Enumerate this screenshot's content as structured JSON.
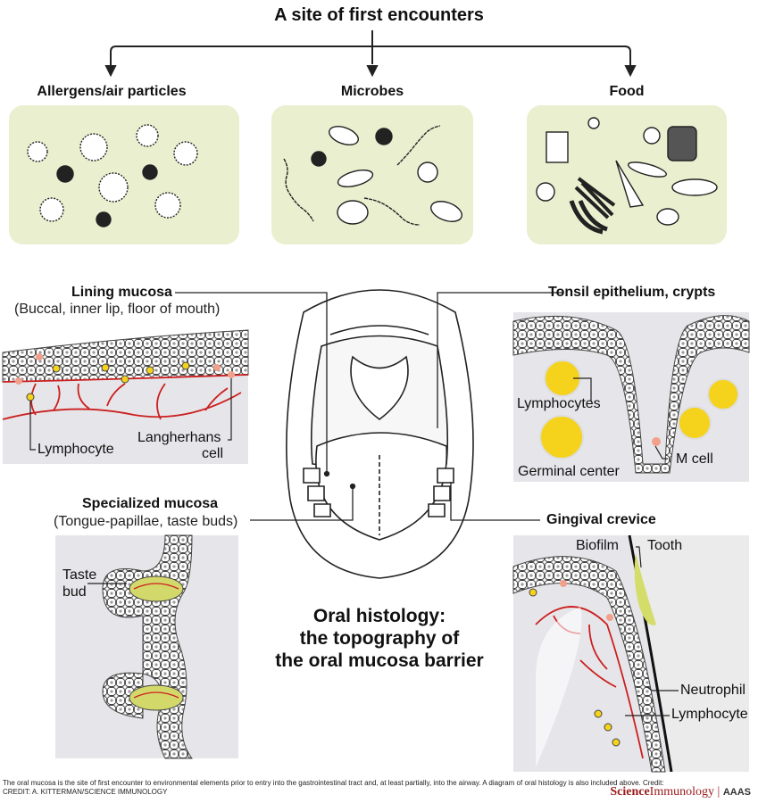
{
  "title": "A site of first encounters",
  "categories": {
    "allergens": "Allergens/air particles",
    "microbes": "Microbes",
    "food": "Food"
  },
  "labels": {
    "lining_mucosa": "Lining mucosa",
    "lining_mucosa_sub": "(Buccal, inner lip, floor of mouth)",
    "lymphocyte_left": "Lymphocyte",
    "langerhans_1": "Langherhans",
    "langerhans_2": "cell",
    "tonsil": "Tonsil epithelium, crypts",
    "lymphocytes_tonsil": "Lymphocytes",
    "germinal_center": "Germinal center",
    "m_cell": "M cell",
    "specialized_mucosa": "Specialized mucosa",
    "specialized_mucosa_sub": "(Tongue-papillae, taste buds)",
    "taste_bud_1": "Taste",
    "taste_bud_2": "bud",
    "gingival": "Gingival crevice",
    "biofilm": "Biofilm",
    "tooth": "Tooth",
    "neutrophil": "Neutrophil",
    "lymphocyte_right": "Lymphocyte"
  },
  "center_title": {
    "line1": "Oral histology:",
    "line2": "the topography of",
    "line3": "the oral mucosa barrier"
  },
  "caption": {
    "text": "The oral mucosa is the site of first encounter to environmental elements prior to entry into the gastrointestinal tract and, at least partially, into the airway. A diagram of oral histology is also included above. Credit:",
    "credit": "CREDIT: A. KITTERMAN/SCIENCE IMMUNOLOGY"
  },
  "brand": {
    "science": "Science",
    "immunology": "Immunology",
    "aaas": "AAAS"
  },
  "colors": {
    "panel": "#eaefcf",
    "tissue": "#e6e6ea",
    "vessel": "#cc1f1f",
    "lymph": "#f5d21c",
    "cell": "#fafafa"
  }
}
